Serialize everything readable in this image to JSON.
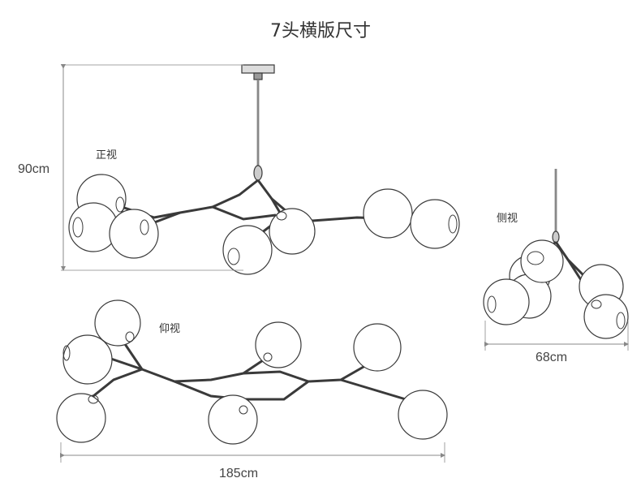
{
  "title": "7头横版尺寸",
  "views": {
    "front": "正视",
    "bottom": "仰视",
    "side": "侧视"
  },
  "dimensions": {
    "height": "90cm",
    "length": "185cm",
    "depth": "68cm"
  },
  "colors": {
    "line": "#3a3a3a",
    "dimension_line": "#888888",
    "globe_fill": "#ffffff"
  }
}
